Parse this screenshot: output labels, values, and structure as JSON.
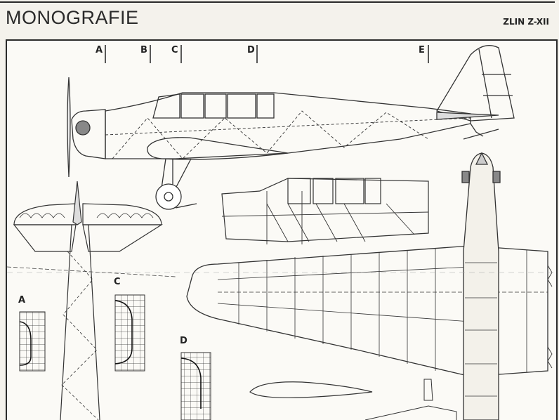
{
  "header": {
    "title": "MONOGRAFIE",
    "subtitle": "ZLIN Z-XII"
  },
  "drawing": {
    "section_markers": [
      "A",
      "B",
      "C",
      "D",
      "E"
    ],
    "profile_labels": [
      "A",
      "C",
      "D"
    ]
  }
}
